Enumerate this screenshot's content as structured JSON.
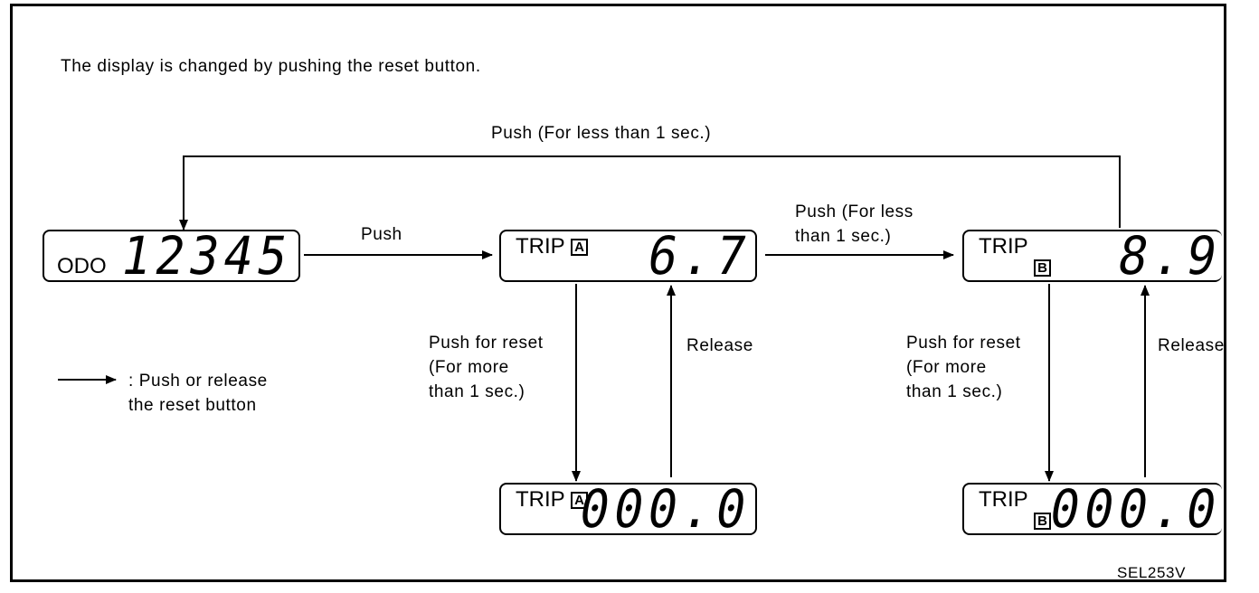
{
  "intro": "The display is changed by pushing the reset button.",
  "loop_label": "Push (For less than 1 sec.)",
  "arrow_push_label": "Push",
  "arrow_push_less_label": "Push (For less\nthan 1 sec.)",
  "reset_label": "Push for reset\n(For more\nthan 1 sec.)",
  "release_label": "Release",
  "legend_text": ": Push or release\nthe reset button",
  "code": "SEL253V",
  "displays": {
    "odo": {
      "label": "ODO",
      "value": "12345"
    },
    "trip_a": {
      "label": "TRIP",
      "marker": "A",
      "value": "6.7"
    },
    "trip_a_reset": {
      "label": "TRIP",
      "marker": "A",
      "value": "000.0"
    },
    "trip_b": {
      "label": "TRIP",
      "marker": "B",
      "value": "8.9"
    },
    "trip_b_reset": {
      "label": "TRIP",
      "marker": "B",
      "value": "000.0"
    }
  }
}
